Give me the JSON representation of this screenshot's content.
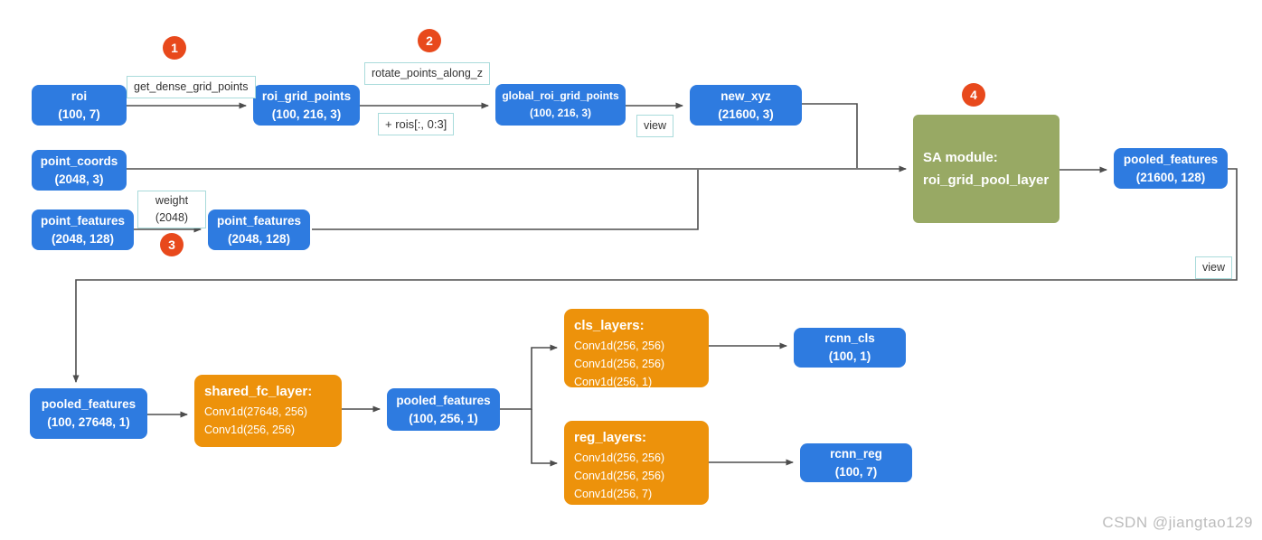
{
  "nodes": {
    "roi": {
      "title": "roi",
      "shape": "(100, 7)"
    },
    "roi_grid_points": {
      "title": "roi_grid_points",
      "shape": "(100, 216, 3)"
    },
    "global_roi_grid_points": {
      "title": "global_roi_grid_points",
      "shape": "(100, 216, 3)"
    },
    "new_xyz": {
      "title": "new_xyz",
      "shape": "(21600, 3)"
    },
    "point_coords": {
      "title": "point_coords",
      "shape": "(2048, 3)"
    },
    "point_features_in": {
      "title": "point_features",
      "shape": "(2048, 128)"
    },
    "point_features_weighted": {
      "title": "point_features",
      "shape": "(2048, 128)"
    },
    "sa_module": {
      "title": "SA module:",
      "subtitle": "roi_grid_pool_layer"
    },
    "pooled_features_grid": {
      "title": "pooled_features",
      "shape": "(21600, 128)"
    },
    "pooled_features_flat": {
      "title": "pooled_features",
      "shape": "(100, 27648, 1)"
    },
    "shared_fc_layer": {
      "title": "shared_fc_layer:",
      "layers": [
        "Conv1d(27648, 256)",
        "Conv1d(256, 256)"
      ]
    },
    "pooled_features_fc": {
      "title": "pooled_features",
      "shape": "(100, 256, 1)"
    },
    "cls_layers": {
      "title": "cls_layers:",
      "layers": [
        "Conv1d(256, 256)",
        "Conv1d(256, 256)",
        "Conv1d(256, 1)"
      ]
    },
    "reg_layers": {
      "title": "reg_layers:",
      "layers": [
        "Conv1d(256, 256)",
        "Conv1d(256, 256)",
        "Conv1d(256, 7)"
      ]
    },
    "rcnn_cls": {
      "title": "rcnn_cls",
      "shape": "(100, 1)"
    },
    "rcnn_reg": {
      "title": "rcnn_reg",
      "shape": "(100, 7)"
    }
  },
  "edge_labels": {
    "get_dense_grid_points": "get_dense_grid_points",
    "rotate_points_along_z": "rotate_points_along_z",
    "add_rois": "+ rois[:, 0:3]",
    "weight_name": "weight",
    "weight_shape": "(2048)",
    "view_top": "view",
    "view_right": "view"
  },
  "badges": {
    "s1": "1",
    "s2": "2",
    "s3": "3",
    "s4": "4"
  },
  "watermark": "CSDN @jiangtao129",
  "colors": {
    "node_blue": "#2e7be0",
    "node_orange": "#ed920b",
    "node_green": "#98a964",
    "badge_orange": "#e8491c",
    "connector_gray": "#4d4d4d",
    "label_border_teal": "#a9dbdb",
    "label_text": "#333333",
    "watermark_gray": "#bcbcbc"
  }
}
